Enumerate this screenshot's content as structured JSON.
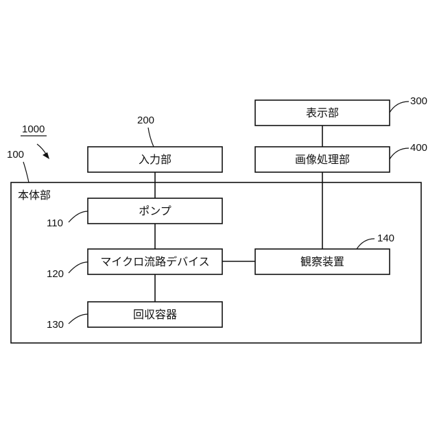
{
  "figure": {
    "system_ref": "1000",
    "body": {
      "ref": "100",
      "label": "本体部"
    },
    "blocks": {
      "input": {
        "label": "入力部",
        "ref": "200"
      },
      "display": {
        "label": "表示部",
        "ref": "300"
      },
      "processing": {
        "label": "画像処理部",
        "ref": "400"
      },
      "pump": {
        "label": "ポンプ",
        "ref": "110"
      },
      "device": {
        "label": "マイクロ流路デバイス",
        "ref": "120"
      },
      "container": {
        "label": "回収容器",
        "ref": "130"
      },
      "observer": {
        "label": "観察装置",
        "ref": "140"
      }
    }
  }
}
